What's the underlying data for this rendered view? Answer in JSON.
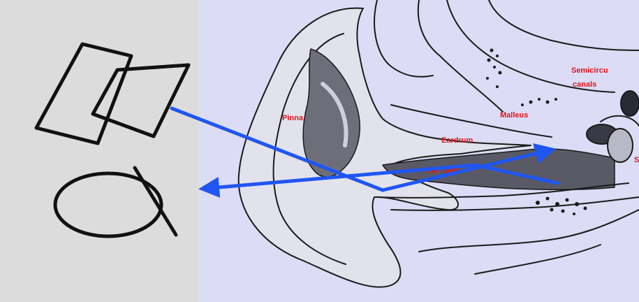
{
  "labels": {
    "pinna": "Pinna",
    "eardrum": "Eardrum",
    "malleus": "Malleus",
    "semicircular_line1": "Semicircu",
    "semicircular_line2": "canals",
    "ear_canal": "Ear canal",
    "edge_letter": "S"
  },
  "icons": [
    "speaker-icon",
    "microphone-icon"
  ],
  "colors": {
    "left_panel": "#dcdcdc",
    "diagram_background": "#dcdcf6",
    "label_red": "#e0141c",
    "arrow_blue": "#1f56f2",
    "line_dark": "#1a1a1a"
  }
}
